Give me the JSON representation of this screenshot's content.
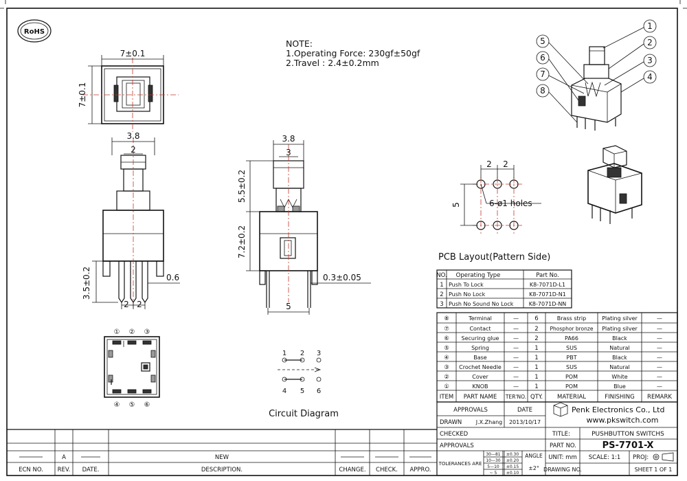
{
  "logo": {
    "text": "RoHS"
  },
  "note": {
    "title": "NOTE:",
    "line1": "1.Operating Force: 230gf±50gf",
    "line2": "2.Travel : 2.4±0.2mm"
  },
  "dims": {
    "top_width": "7±0.1",
    "top_height": "7±0.1",
    "front_body": "3.8",
    "front_knob": "2",
    "front_lead_len": "3.5±0.2",
    "front_pitch_a": "2",
    "front_pitch_b": "2",
    "front_lead_thk": "0.6",
    "side_body": "3.8",
    "side_knob": "3",
    "side_h_upper": "5.5±0.2",
    "side_h_lower": "7.2±0.2",
    "side_lead_thk": "0.3±0.05",
    "side_lead_span": "5",
    "pcb_pitch_a": "2",
    "pcb_pitch_b": "2",
    "pcb_row": "5",
    "pcb_holes": "6-ø1 holes"
  },
  "pcb_title": "PCB Layout(Pattern Side)",
  "bottom_pins": [
    "①",
    "②",
    "③",
    "④",
    "⑤",
    "⑥"
  ],
  "iso_callouts": [
    "1",
    "2",
    "3",
    "4",
    "5",
    "6",
    "7",
    "8"
  ],
  "circuit": {
    "title": "Circuit Diagram",
    "labels": [
      "1",
      "2",
      "3",
      "4",
      "5",
      "6"
    ]
  },
  "type_table": {
    "headers": [
      "NO.",
      "Operating Type",
      "Part No."
    ],
    "rows": [
      {
        "no": "1",
        "type": "Push To Lock",
        "part": "K8-7071D-L1"
      },
      {
        "no": "2",
        "type": "Push No Lock",
        "part": "K8-7071D-N1"
      },
      {
        "no": "3",
        "type": "Push No Sound No Lock",
        "part": "K8-7071D-NN"
      }
    ]
  },
  "bom": {
    "headers": [
      "ITEM",
      "PART NAME",
      "TER'NO.",
      "QTY.",
      "MATERIAL",
      "FINISHING",
      "REMARK"
    ],
    "rows": [
      {
        "item": "⑧",
        "name": "Terminal",
        "ter": "—",
        "qty": "6",
        "material": "Brass strip",
        "finish": "Plating silver",
        "remark": "—"
      },
      {
        "item": "⑦",
        "name": "Contact",
        "ter": "—",
        "qty": "2",
        "material": "Phosphor bronze",
        "finish": "Plating silver",
        "remark": "—"
      },
      {
        "item": "⑥",
        "name": "Securing glue",
        "ter": "—",
        "qty": "2",
        "material": "PA66",
        "finish": "Black",
        "remark": "—"
      },
      {
        "item": "⑤",
        "name": "Spring",
        "ter": "—",
        "qty": "1",
        "material": "SUS",
        "finish": "Natural",
        "remark": "—"
      },
      {
        "item": "④",
        "name": "Base",
        "ter": "—",
        "qty": "1",
        "material": "PBT",
        "finish": "Black",
        "remark": "—"
      },
      {
        "item": "③",
        "name": "Crochet Needle",
        "ter": "—",
        "qty": "1",
        "material": "SUS",
        "finish": "Natural",
        "remark": "—"
      },
      {
        "item": "②",
        "name": "Cover",
        "ter": "—",
        "qty": "1",
        "material": "POM",
        "finish": "White",
        "remark": "—"
      },
      {
        "item": "①",
        "name": "KNOB",
        "ter": "—",
        "qty": "1",
        "material": "POM",
        "finish": "Blue",
        "remark": "—"
      }
    ]
  },
  "title_block": {
    "approvals_hdr": "APPROVALS",
    "date_hdr": "DATE",
    "drawn": "DRAWN",
    "drawn_by": "J.X.Zhang",
    "drawn_date": "2013/10/17",
    "checked": "CHECKED",
    "approvals": "APPROVALS",
    "tolerances": "TOLERANCES ARE",
    "tol_rows": [
      {
        "range": "30—81",
        "tol": "±0.30"
      },
      {
        "range": "10—30",
        "tol": "±0.20"
      },
      {
        "range": "5—10",
        "tol": "±0.15"
      },
      {
        "range": "~ 5",
        "tol": "±0.10"
      }
    ],
    "angle": "ANGLE",
    "angle_val": "±2°",
    "company": "Penk Electronics Co., Ltd",
    "website": "www.pkswitch.com",
    "title_lbl": "TITLE:",
    "title": "PUSHBUTTON SWITCHS",
    "part_lbl": "PART NO.",
    "part_no": "PS-7701-X",
    "unit": "UNIT: mm",
    "scale": "SCALE: 1:1",
    "proj": "PROJ:",
    "drawing_no": "DRAWING NO.",
    "sheet": "SHEET 1 OF 1"
  },
  "rev_block": {
    "rev": "A",
    "desc": "NEW",
    "headers": [
      "ECN NO.",
      "REV.",
      "DATE.",
      "DESCRIPTION.",
      "CHANGE.",
      "CHECK.",
      "APPRO."
    ]
  }
}
